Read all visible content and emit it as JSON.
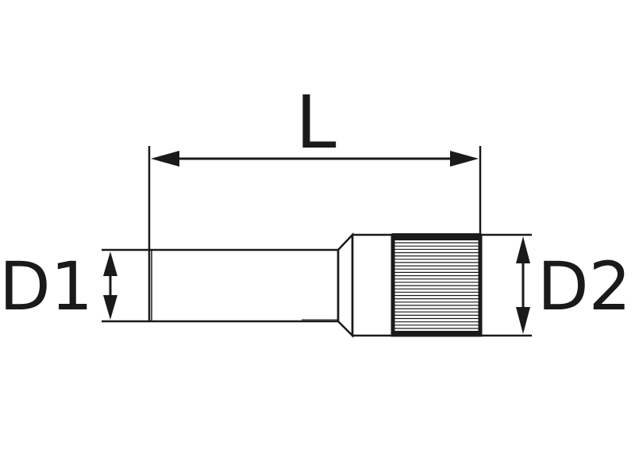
{
  "labels": {
    "length": "L",
    "diameter_1": "D1",
    "diameter_2": "D2"
  },
  "colors": {
    "line": "#1a1a1a",
    "background": "#ffffff"
  }
}
